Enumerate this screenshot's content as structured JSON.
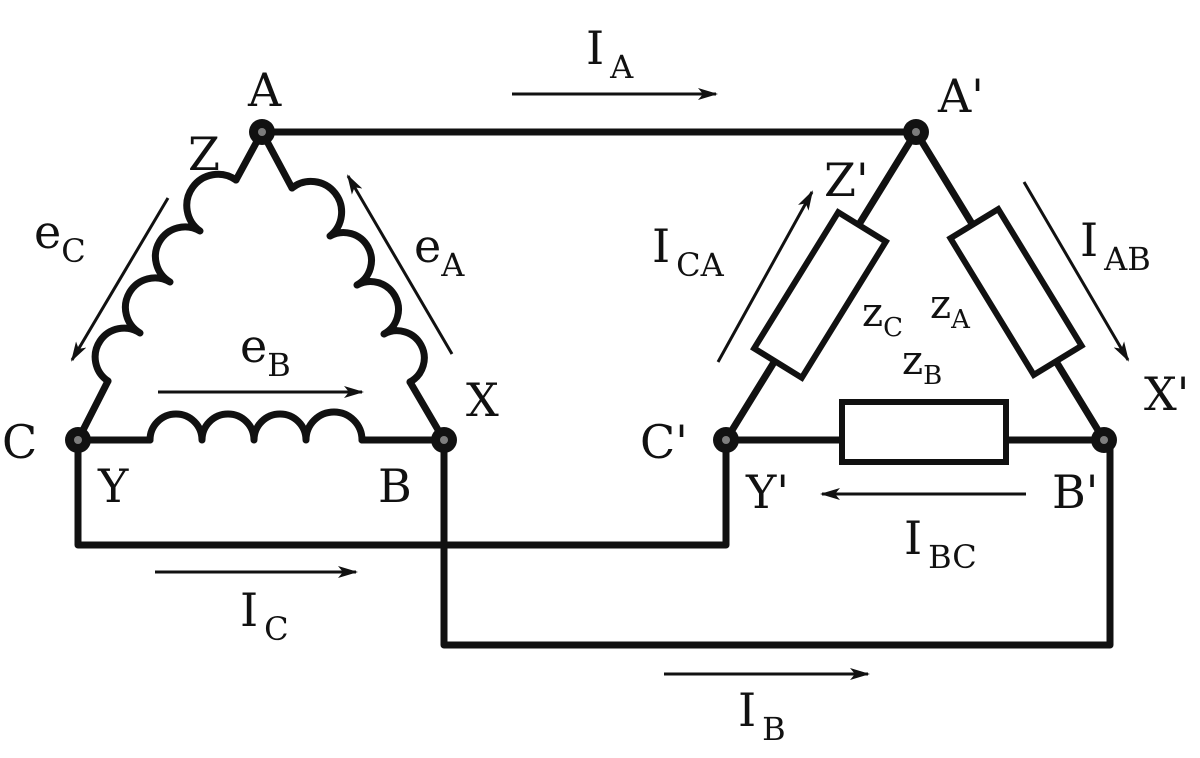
{
  "nodes": {
    "a": "A",
    "z": "Z",
    "c": "C",
    "y": "Y",
    "b": "B",
    "x": "X",
    "a_p": "A'",
    "z_p": "Z'",
    "c_p": "C'",
    "y_p": "Y'",
    "b_p": "B'",
    "x_p": "X'"
  },
  "emf": {
    "e_c": {
      "main": "e",
      "sub": "C"
    },
    "e_a": {
      "main": "e",
      "sub": "A"
    },
    "e_b": {
      "main": "e",
      "sub": "B"
    }
  },
  "currents": {
    "i_a": {
      "main": "I",
      "sub": "A"
    },
    "i_b": {
      "main": "I",
      "sub": "B"
    },
    "i_c": {
      "main": "I",
      "sub": "C"
    },
    "i_ab": {
      "main": "I",
      "sub": "AB"
    },
    "i_bc": {
      "main": "I",
      "sub": "BC"
    },
    "i_ca": {
      "main": "I",
      "sub": "CA"
    }
  },
  "impedances": {
    "z_a": {
      "main": "z",
      "sub": "A"
    },
    "z_b": {
      "main": "z",
      "sub": "B"
    },
    "z_c": {
      "main": "z",
      "sub": "C"
    }
  }
}
